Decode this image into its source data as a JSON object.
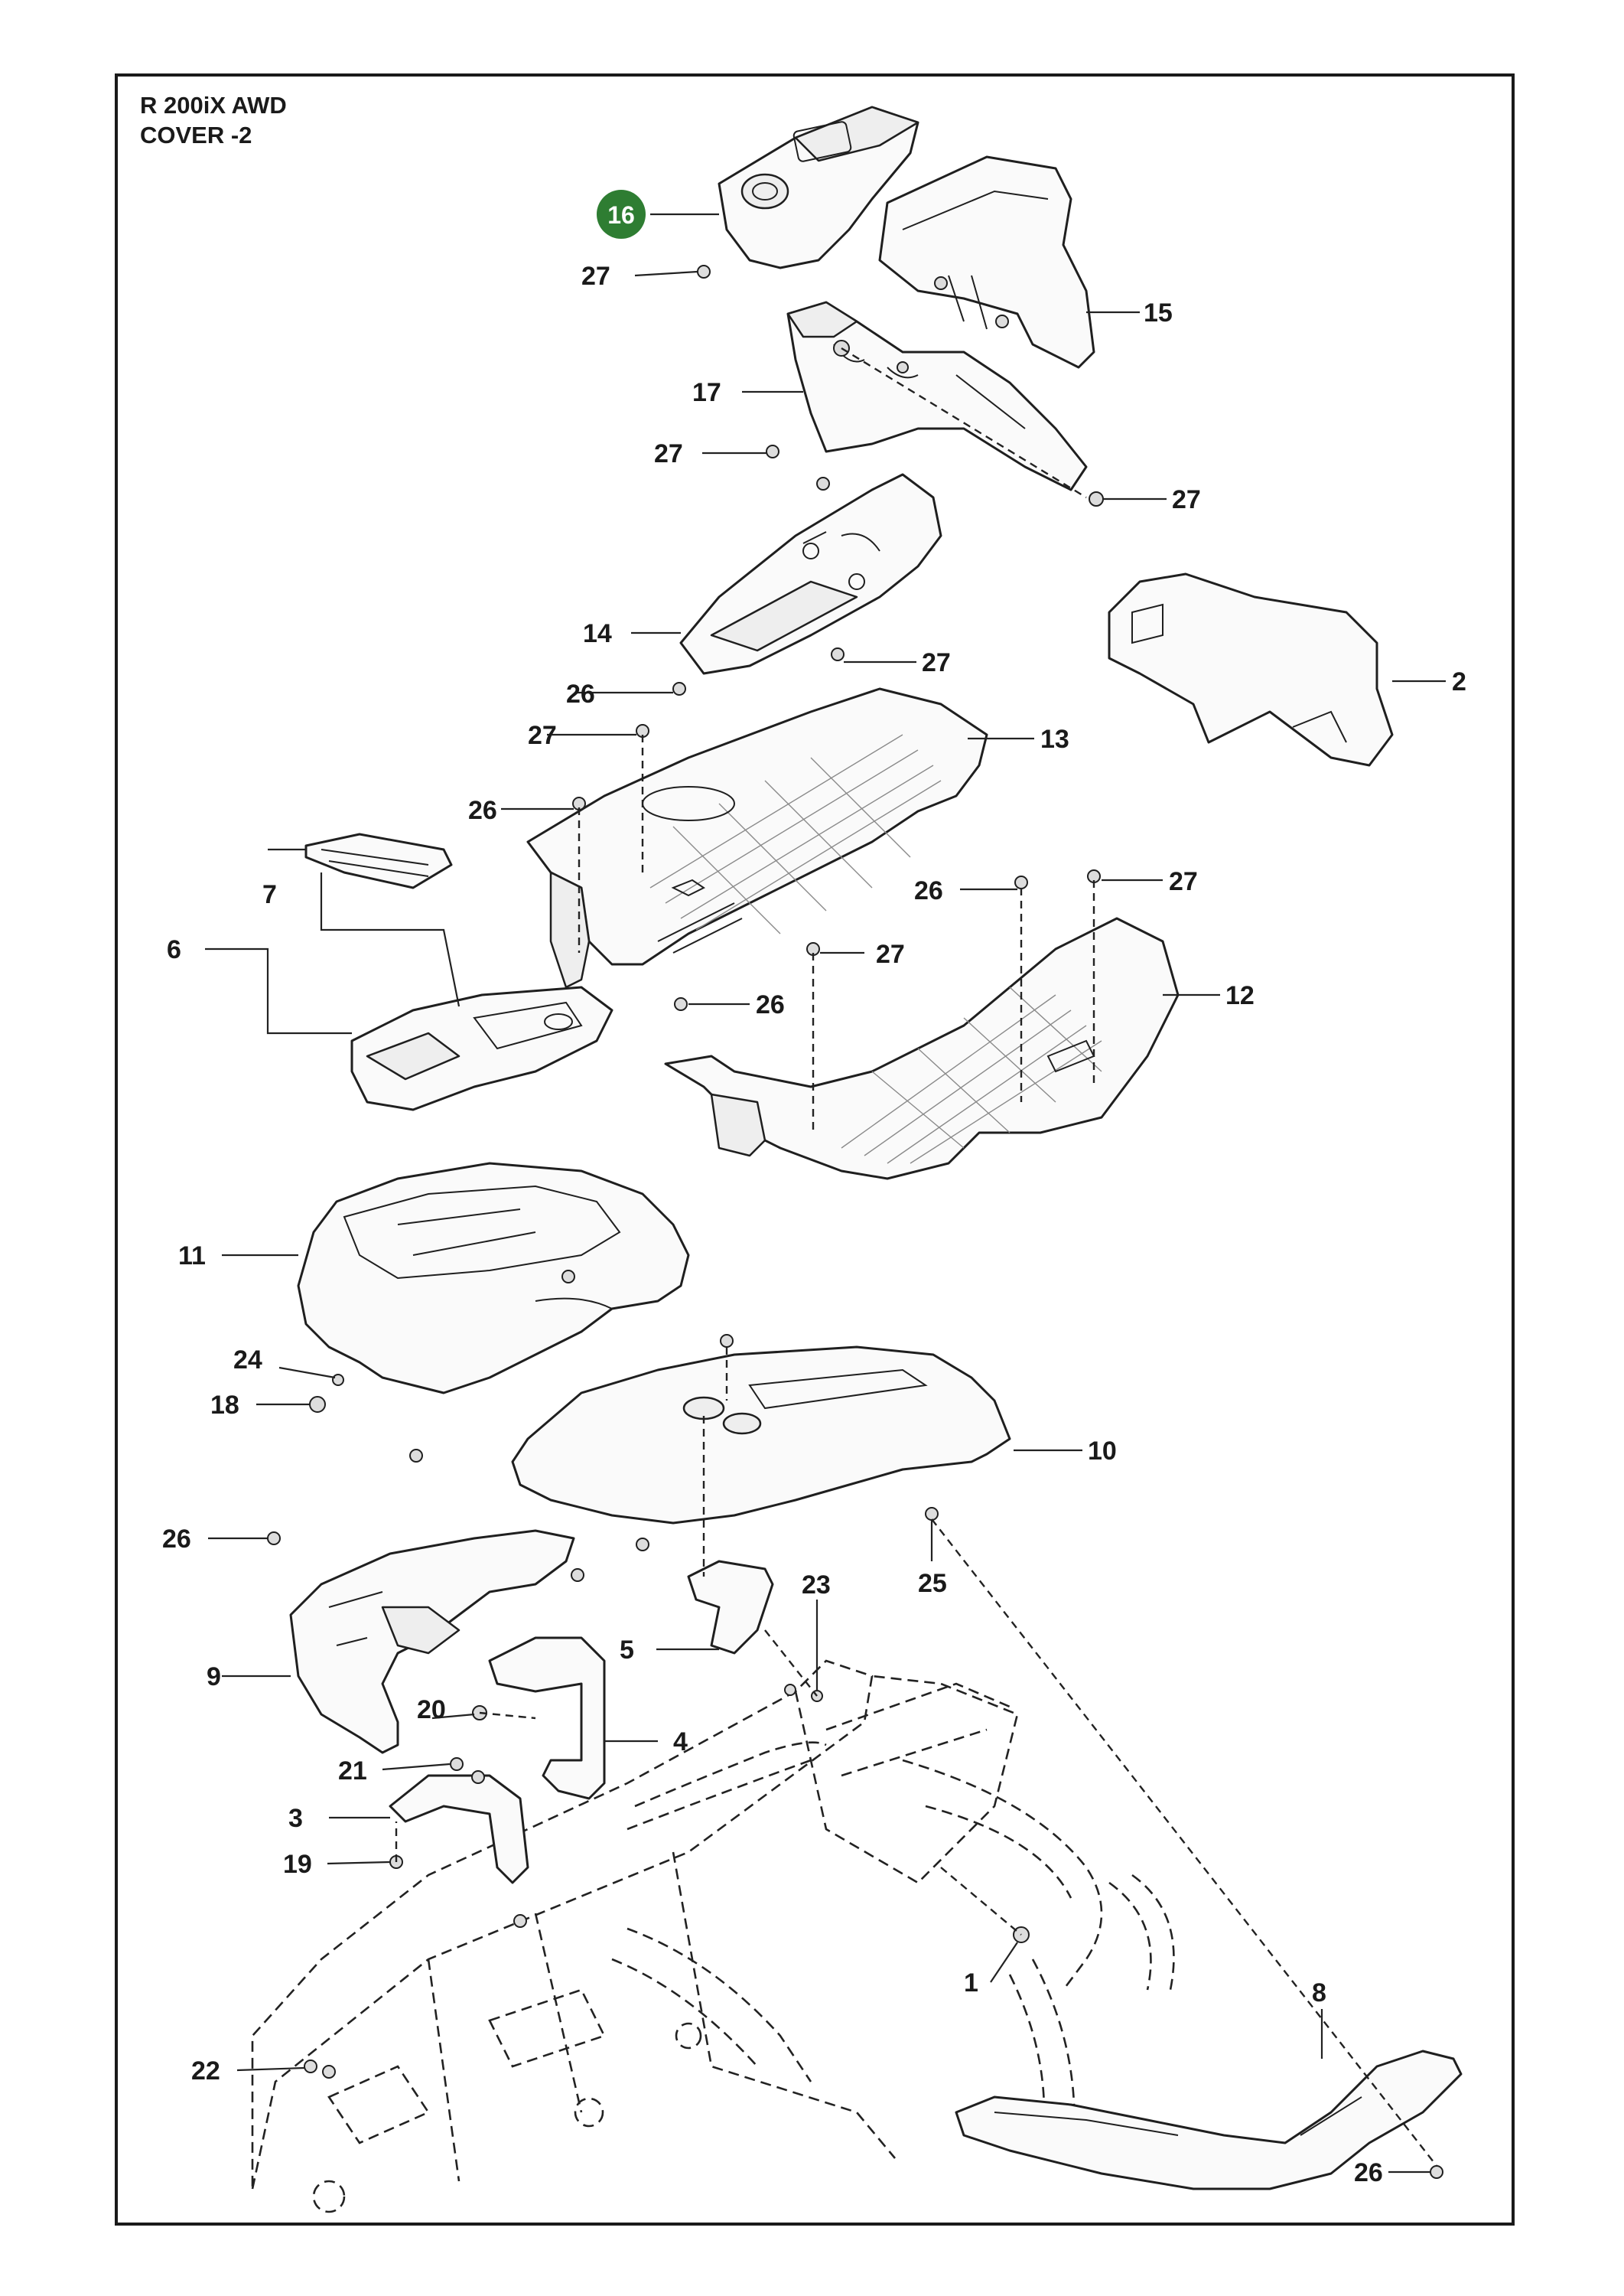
{
  "header": {
    "model": "R 200iX AWD",
    "section": "COVER -2"
  },
  "highlight": {
    "label": "16",
    "color": "#2e7d32"
  },
  "callouts": {
    "c1": "1",
    "c2": "2",
    "c3": "3",
    "c4": "4",
    "c5": "5",
    "c6": "6",
    "c7": "7",
    "c8": "8",
    "c9": "9",
    "c10": "10",
    "c11": "11",
    "c12": "12",
    "c13": "13",
    "c14": "14",
    "c15": "15",
    "c17": "17",
    "c18": "18",
    "c19": "19",
    "c20": "20",
    "c21": "21",
    "c22": "22",
    "c23": "23",
    "c24": "24",
    "c25": "25",
    "c26": "26",
    "c27": "27"
  }
}
